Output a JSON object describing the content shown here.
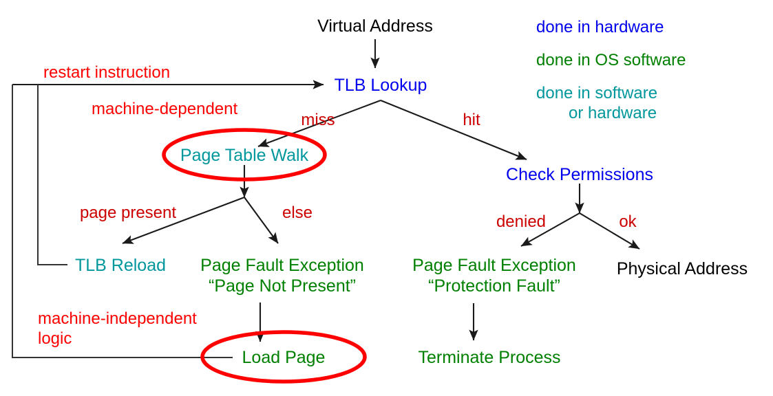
{
  "colors": {
    "hardware": "#0000ee",
    "os_software": "#008000",
    "software_or_hardware": "#00979d",
    "annotation": "#fe0000",
    "highlight_ellipse": "#fe0000",
    "plain": "#000000",
    "connector": "#333333"
  },
  "legend": {
    "items": [
      {
        "label": "done in hardware",
        "color_key": "hardware"
      },
      {
        "label": "done in OS software",
        "color_key": "os_software"
      },
      {
        "label": "done in software",
        "color_key": "software_or_hardware"
      },
      {
        "label": "or hardware",
        "color_key": "software_or_hardware"
      }
    ]
  },
  "nodes": {
    "virtual_address": "Virtual Address",
    "tlb_lookup": "TLB Lookup",
    "page_table_walk": "Page Table Walk",
    "check_permissions": "Check Permissions",
    "tlb_reload": "TLB Reload",
    "page_fault_not_present_line1": "Page Fault Exception",
    "page_fault_not_present_line2": "“Page Not Present”",
    "page_fault_protection_line1": "Page Fault Exception",
    "page_fault_protection_line2": "“Protection Fault”",
    "physical_address": "Physical Address",
    "load_page": "Load Page",
    "terminate_process": "Terminate Process"
  },
  "edge_labels": {
    "miss": "miss",
    "hit": "hit",
    "page_present": "page present",
    "else": "else",
    "denied": "denied",
    "ok": "ok"
  },
  "annotations": {
    "restart_instruction": "restart instruction",
    "machine_dependent": "machine-dependent",
    "machine_independent_line1": "machine-independent",
    "machine_independent_line2": "logic"
  }
}
